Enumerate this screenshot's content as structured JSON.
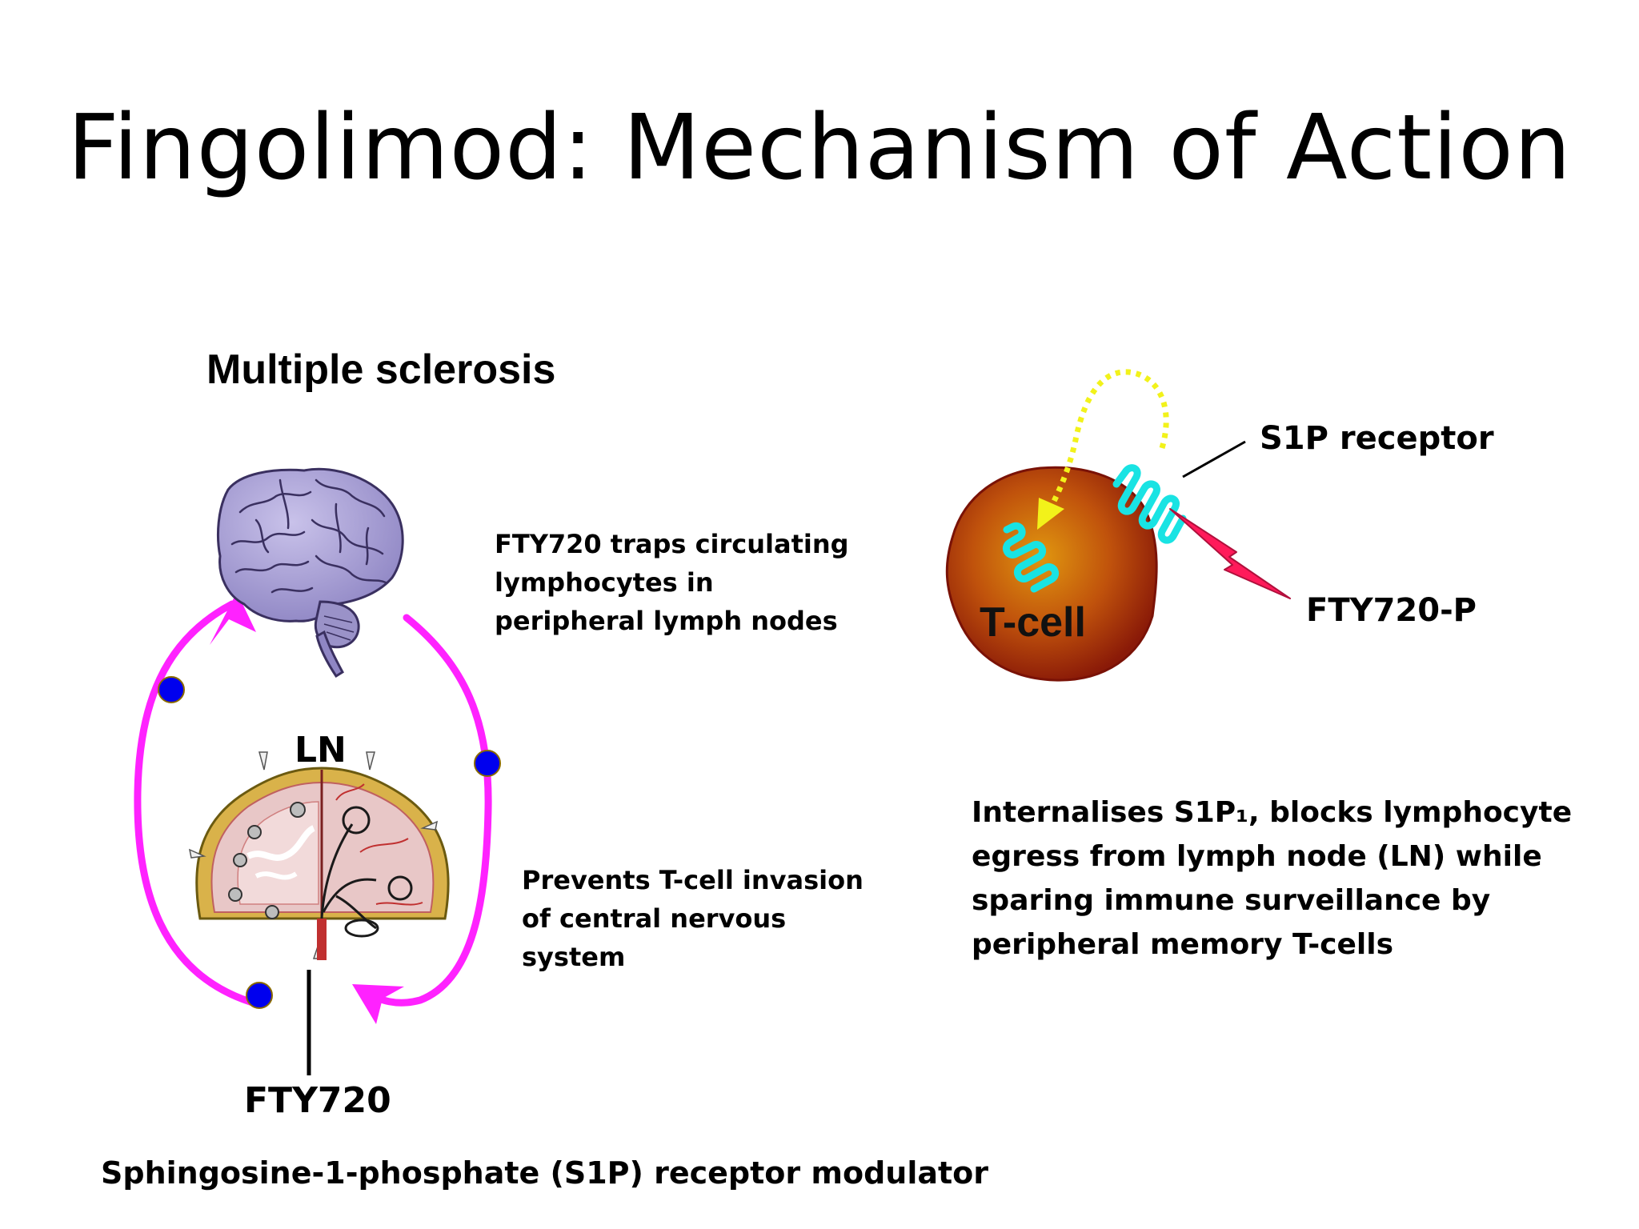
{
  "title": "Fingolimod: Mechanism of Action",
  "subtitle": "Multiple sclerosis",
  "labels": {
    "ln": "LN",
    "fty720": "FTY720",
    "tcell": "T-cell",
    "s1p_receptor": "S1P receptor",
    "fty720p": "FTY720-P"
  },
  "notes": {
    "traps": [
      "FTY720 traps circulating",
      "lymphocytes in",
      "peripheral lymph nodes"
    ],
    "prevents": [
      "Prevents T-cell invasion",
      "of central nervous",
      "system"
    ],
    "internalises": [
      "Internalises S1P₁, blocks lymphocyte",
      "egress from lymph node (LN) while",
      "sparing immune surveillance by",
      "peripheral memory T-cells"
    ]
  },
  "footer": "Sphingosine-1-phosphate (S1P) receptor modulator",
  "colors": {
    "circulation_arrow": "#ff22ff",
    "lymphocyte_dot": "#0000ee",
    "brain": "#a49ad2",
    "receptor": "#19e3e3",
    "tcell_center": "#d88a10",
    "tcell_edge": "#8a1a08",
    "ligand_arrow": "#f2f21a",
    "lightning": "#ff1a5a"
  },
  "icons": [
    "brain-illustration",
    "lymph-node-illustration",
    "t-cell-illustration",
    "lightning-bolt-icon"
  ]
}
